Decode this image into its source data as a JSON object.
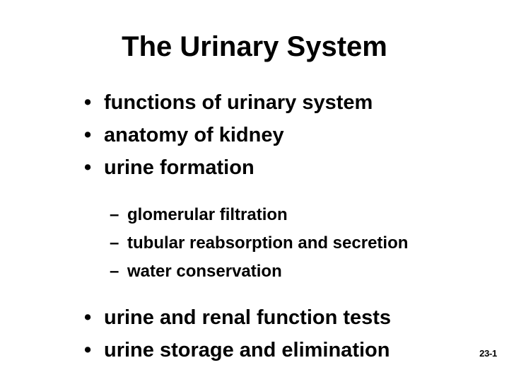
{
  "slide": {
    "title": "The Urinary System",
    "background_color": "#ffffff",
    "text_color": "#000000",
    "slide_number": "23-1",
    "outline": [
      {
        "level": 1,
        "marker": "•",
        "text": "functions of urinary system"
      },
      {
        "level": 1,
        "marker": "•",
        "text": "anatomy of kidney"
      },
      {
        "level": 1,
        "marker": "•",
        "text": "urine formation"
      },
      {
        "level": 2,
        "marker": "–",
        "text": "glomerular filtration"
      },
      {
        "level": 2,
        "marker": "–",
        "text": "tubular reabsorption and secretion"
      },
      {
        "level": 2,
        "marker": "–",
        "text": "water conservation"
      },
      {
        "level": 1,
        "marker": "•",
        "text": "urine and renal function tests"
      },
      {
        "level": 1,
        "marker": "•",
        "text": "urine storage and elimination"
      }
    ]
  }
}
